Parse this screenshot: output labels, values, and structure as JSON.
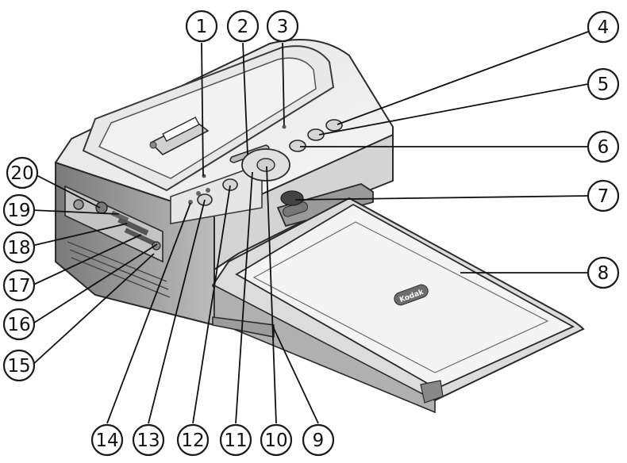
{
  "diagram": {
    "callouts": [
      {
        "id": 1,
        "label": "1"
      },
      {
        "id": 2,
        "label": "2"
      },
      {
        "id": 3,
        "label": "3"
      },
      {
        "id": 4,
        "label": "4"
      },
      {
        "id": 5,
        "label": "5"
      },
      {
        "id": 6,
        "label": "6"
      },
      {
        "id": 7,
        "label": "7"
      },
      {
        "id": 8,
        "label": "8"
      },
      {
        "id": 9,
        "label": "9"
      },
      {
        "id": 10,
        "label": "10"
      },
      {
        "id": 11,
        "label": "11"
      },
      {
        "id": 12,
        "label": "12"
      },
      {
        "id": 13,
        "label": "13"
      },
      {
        "id": 14,
        "label": "14"
      },
      {
        "id": 15,
        "label": "15"
      },
      {
        "id": 16,
        "label": "16"
      },
      {
        "id": 17,
        "label": "17"
      },
      {
        "id": 18,
        "label": "18"
      },
      {
        "id": 19,
        "label": "19"
      },
      {
        "id": 20,
        "label": "20"
      }
    ],
    "brand_logo": "Kodak",
    "colors": {
      "body_light": "#ececec",
      "body_mid": "#c8c8c8",
      "body_dark": "#6e6e6e",
      "outline": "#2a2a2a",
      "tray_fill": "#f4f4f4"
    }
  }
}
